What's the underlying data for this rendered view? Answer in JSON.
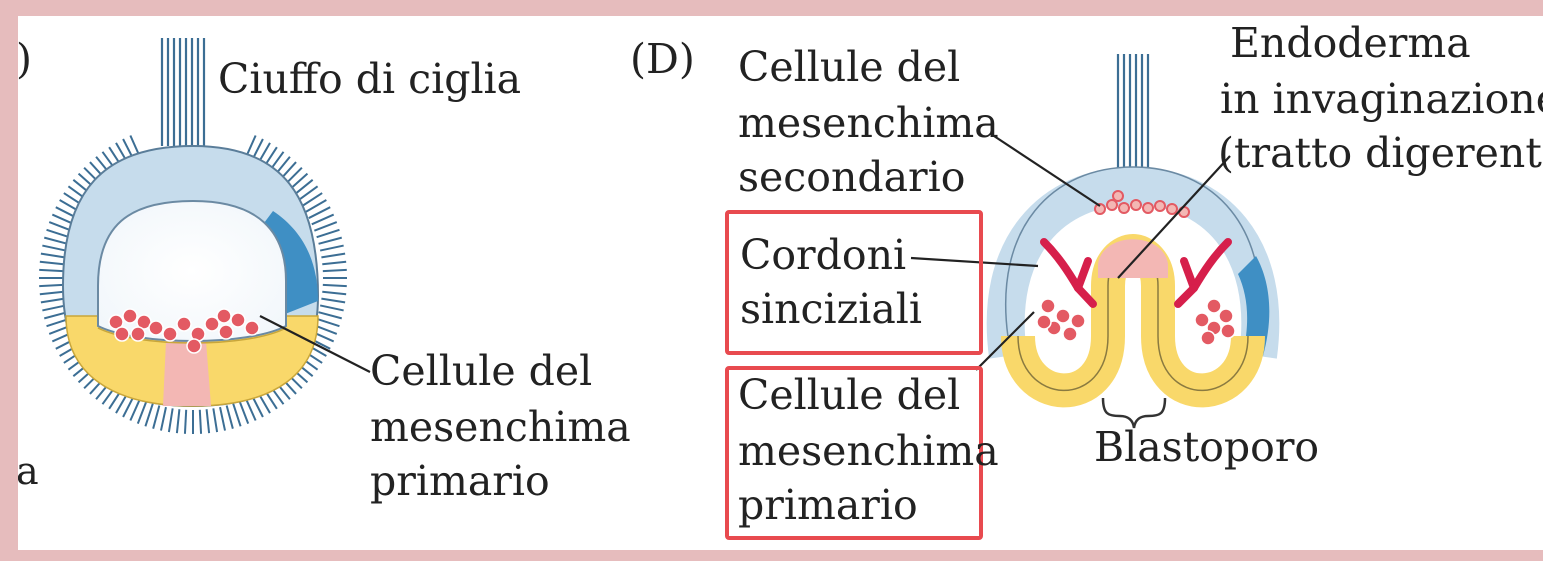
{
  "panel_letter_left": ")",
  "panel_letter_right": "(D)",
  "stray_left_char": "a",
  "labels": {
    "ciuffo": "Ciuffo di ciglia",
    "prim_left": [
      "Cellule del",
      "mesenchima",
      "primario"
    ],
    "secondario": [
      "Cellule del",
      "mesenchima",
      "secondario"
    ],
    "endoderma": [
      "Endoderma",
      "in invaginazione",
      "(tratto digerente)"
    ],
    "cordoni": [
      "Cordoni",
      "sinciziali"
    ],
    "prim_right": [
      "Cellule del",
      "mesenchima",
      "primario"
    ],
    "blastoporo": "Blastoporo"
  },
  "colors": {
    "ectoderm_light": "#c6dcec",
    "ectoderm_dark": "#3f8fc4",
    "endoderm_yellow": "#f9d86a",
    "cells": "#e35a63",
    "pink": "#f3b7b4",
    "highlight": "#e84a4f",
    "frame": "#e6bcbd"
  }
}
